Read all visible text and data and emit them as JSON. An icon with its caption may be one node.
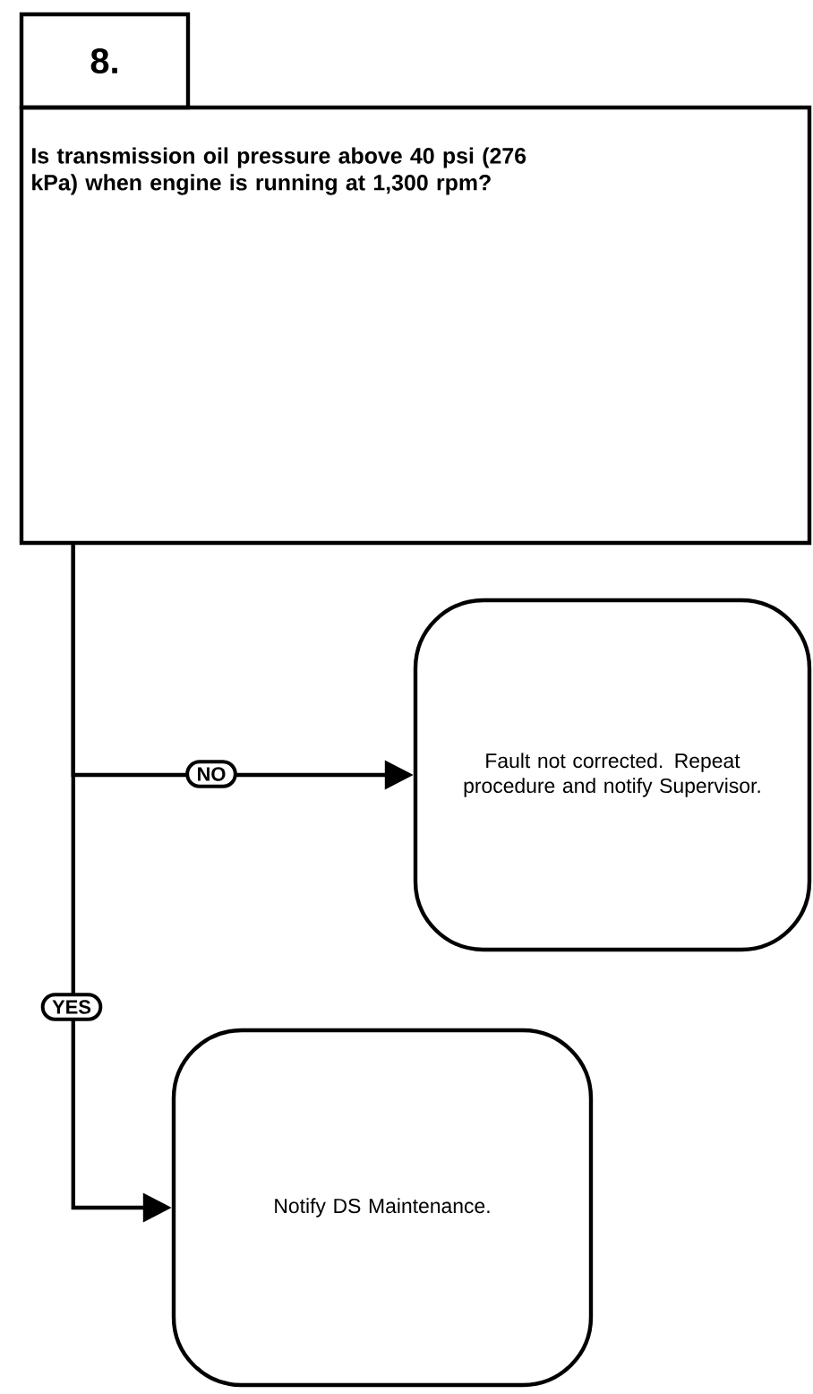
{
  "diagram": {
    "nodes": [
      {
        "text": [
          "8."
        ]
      },
      {
        "text": [
          "Is transmission oil pressure above 40 psi (276 kPa) when engine is running at 1,300 rpm?"
        ]
      },
      {
        "text": [
          "Fault not corrected. Repeat procedure and notify Supervisor."
        ]
      },
      {
        "text": [
          "Notify DS Maintenance."
        ]
      }
    ],
    "edges": [
      {
        "from": 1,
        "to": 2,
        "arrow": "to",
        "label": "NO"
      },
      {
        "from": 1,
        "to": 3,
        "arrow": "to",
        "label": "YES"
      }
    ]
  }
}
